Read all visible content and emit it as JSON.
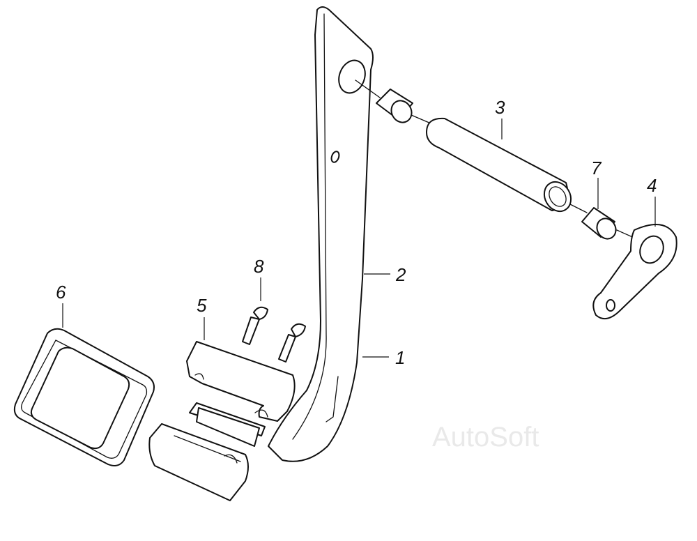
{
  "callouts": {
    "c1": "1",
    "c2": "2",
    "c3": "3",
    "c4": "4",
    "c5": "5",
    "c6": "6",
    "c7": "7",
    "c8": "8"
  },
  "watermark": "AutoSoft",
  "colors": {
    "ink": "#111111",
    "background": "#ffffff",
    "watermark": "#e9e9e9"
  }
}
